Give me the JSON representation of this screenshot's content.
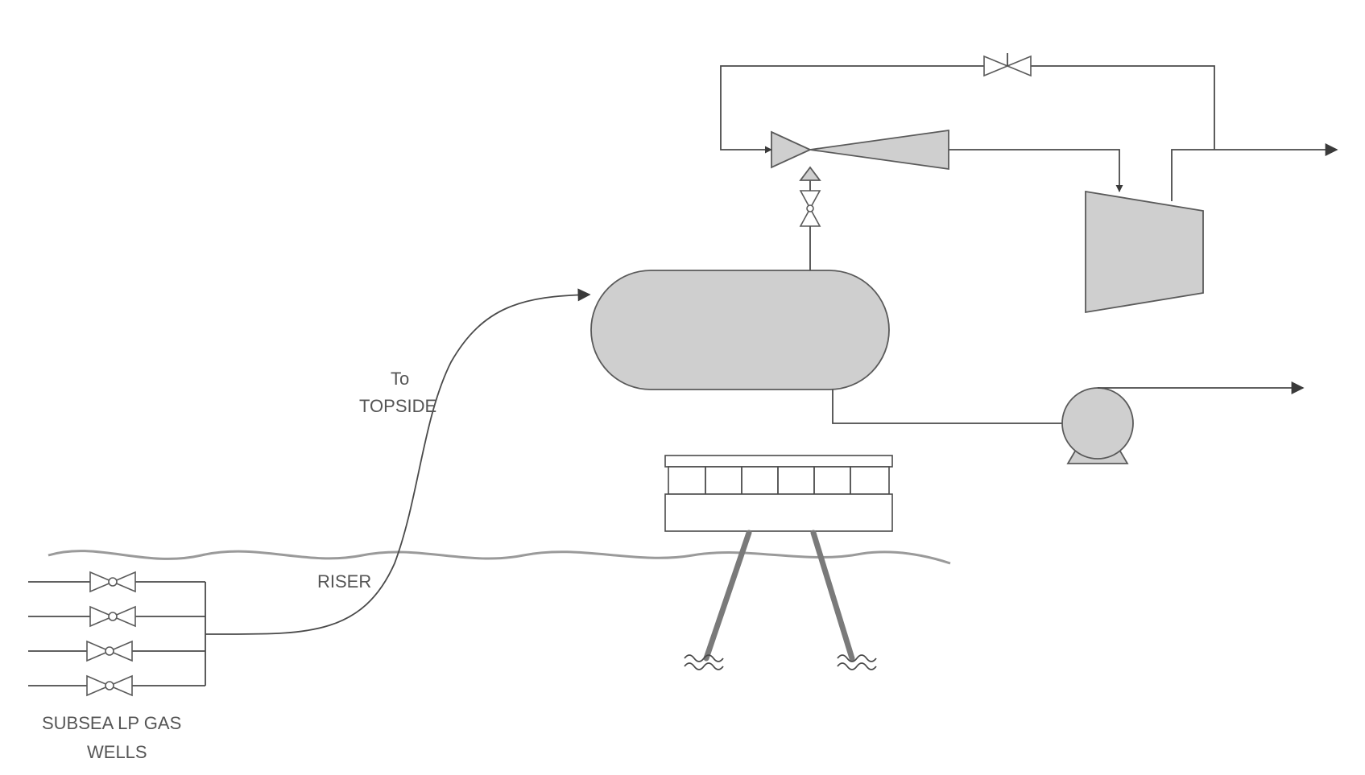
{
  "labels": {
    "to": "To",
    "topside": "TOPSIDE",
    "riser": "RISER",
    "wells_line1": "SUBSEA LP GAS",
    "wells_line2": "WELLS"
  },
  "colors": {
    "equipment_fill": "#cfcfcf",
    "line": "#4a4a4a",
    "sea_surface": "#9a9a9a"
  }
}
